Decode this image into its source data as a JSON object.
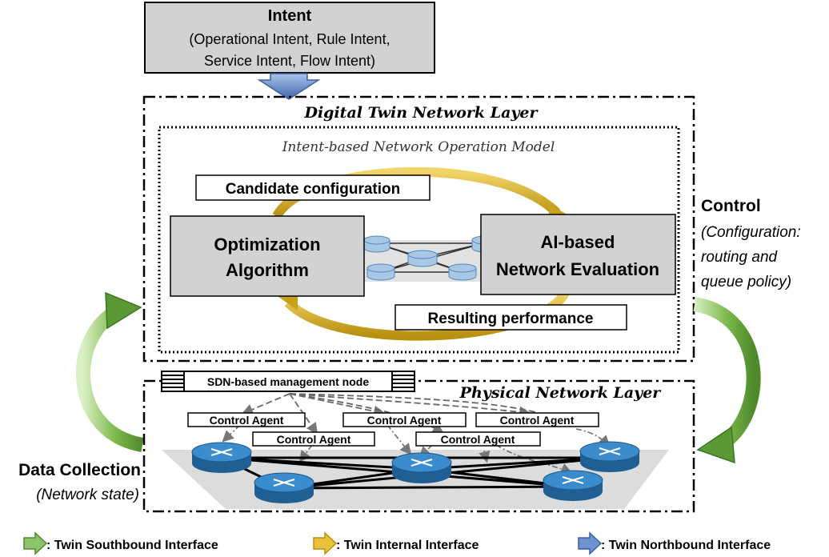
{
  "intent": {
    "title": "Intent",
    "line1": "(Operational Intent, Rule Intent,",
    "line2": "Service Intent, Flow Intent)"
  },
  "dt_layer": {
    "title": "Digital Twin Network Layer",
    "model_title": "Intent-based Network Operation Model",
    "candidate_config": "Candidate configuration",
    "resulting_perf": "Resulting performance",
    "optimization_line1": "Optimization",
    "optimization_line2": "Algorithm",
    "evaluation_line1": "AI-based",
    "evaluation_line2": "Network Evaluation"
  },
  "control": {
    "title": "Control",
    "line1": "(Configuration:",
    "line2": "routing and",
    "line3": "queue policy)"
  },
  "data_collection": {
    "title": "Data Collection",
    "subtitle": "(Network state)"
  },
  "physical_layer": {
    "title": "Physical Network Layer",
    "sdn_node": "SDN-based management node",
    "agents": [
      "Control Agent",
      "Control Agent",
      "Control Agent",
      "Control Agent",
      "Control Agent"
    ]
  },
  "legend": {
    "southbound": ": Twin Southbound Interface",
    "internal": ": Twin Internal Interface",
    "northbound": ": Twin Northbound Interface"
  },
  "colors": {
    "southbound_green": "#5a9a34",
    "internal_gold": "#c9a11a",
    "northbound_blue": "#4a72b8",
    "box_gray": "#d2d2d2",
    "router_blue": "#1f6fa8",
    "db_blue": "#a7c7e7"
  }
}
